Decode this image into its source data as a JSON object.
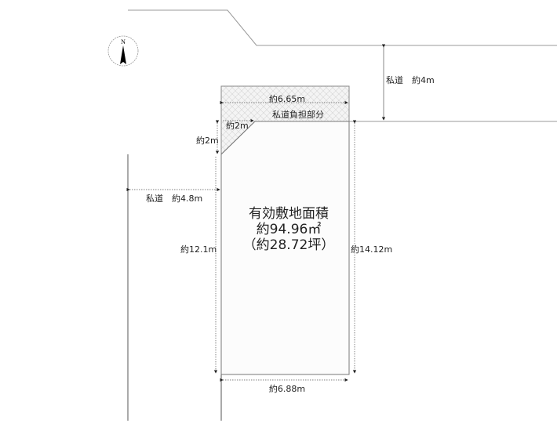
{
  "compass": {
    "label": "N"
  },
  "labels": {
    "road_burden_width": "約6.65m",
    "road_burden_area": "私道負担部分",
    "corner_cut_horizontal": "約2m",
    "corner_cut_vertical": "約2m",
    "north_road": "私道　約4m",
    "west_road": "私道　約4.8m",
    "left_side": "約12.1m",
    "right_side": "約14.12m",
    "bottom_side": "約6.88m"
  },
  "area": {
    "title": "有効敷地面積",
    "sqm": "約94.96㎡",
    "tsubo": "（約28.72坪）"
  }
}
